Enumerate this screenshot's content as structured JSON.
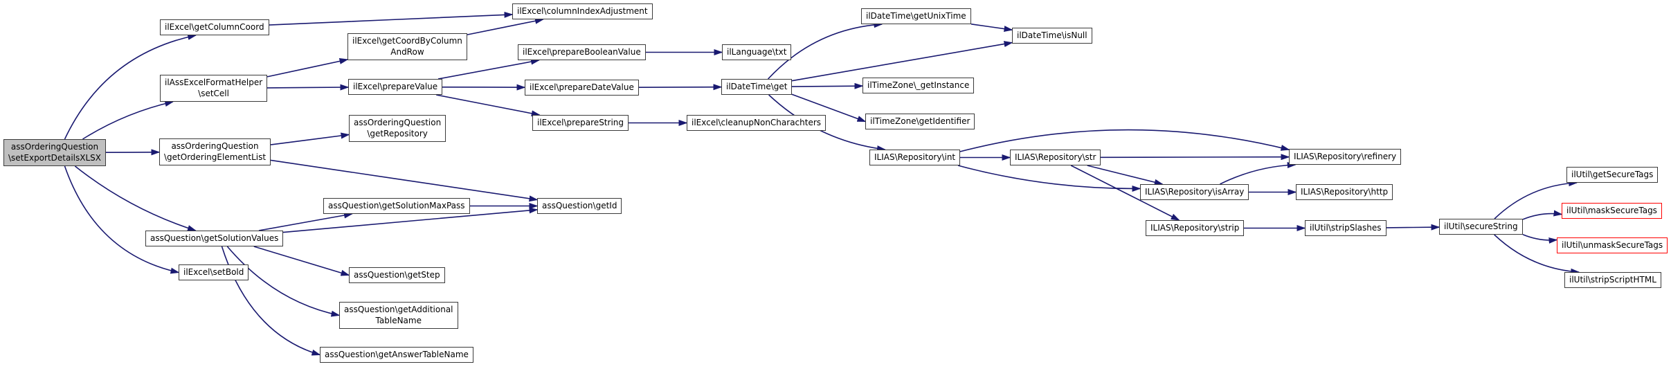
{
  "figure": {
    "kind": "doxygen-call-graph",
    "root_function": "assOrderingQuestion\\setExportDetailsXLSX"
  },
  "colors": {
    "edge": "#191970",
    "node_border": "#3a3a3a",
    "node_fill": "#ffffff",
    "root_fill": "#bfbfbf",
    "highlight_border": "#ff0000",
    "text": "#000000"
  },
  "nodes": [
    {
      "id": "root",
      "label": "assOrderingQuestion\n\\setExportDetailsXLSX",
      "variant": "root"
    },
    {
      "id": "getColumnCoord",
      "label": "ilExcel\\getColumnCoord",
      "variant": "default"
    },
    {
      "id": "setCell",
      "label": "ilAssExcelFormatHelper\n\\setCell",
      "variant": "default"
    },
    {
      "id": "getOrderingElementList",
      "label": "assOrderingQuestion\n\\getOrderingElementList",
      "variant": "default"
    },
    {
      "id": "getSolutionValues",
      "label": "assQuestion\\getSolutionValues",
      "variant": "default"
    },
    {
      "id": "setBold",
      "label": "ilExcel\\setBold",
      "variant": "default"
    },
    {
      "id": "getCoordByColumnAndRow",
      "label": "ilExcel\\getCoordByColumn\nAndRow",
      "variant": "default"
    },
    {
      "id": "prepareValue",
      "label": "ilExcel\\prepareValue",
      "variant": "default"
    },
    {
      "id": "getRepository",
      "label": "assOrderingQuestion\n\\getRepository",
      "variant": "default"
    },
    {
      "id": "getSolutionMaxPass",
      "label": "assQuestion\\getSolutionMaxPass",
      "variant": "default"
    },
    {
      "id": "getStep",
      "label": "assQuestion\\getStep",
      "variant": "default"
    },
    {
      "id": "getAdditionalTableName",
      "label": "assQuestion\\getAdditional\nTableName",
      "variant": "default"
    },
    {
      "id": "getAnswerTableName",
      "label": "assQuestion\\getAnswerTableName",
      "variant": "default"
    },
    {
      "id": "columnIndexAdjustment",
      "label": "ilExcel\\columnIndexAdjustment",
      "variant": "default"
    },
    {
      "id": "prepareBooleanValue",
      "label": "ilExcel\\prepareBooleanValue",
      "variant": "default"
    },
    {
      "id": "prepareDateValue",
      "label": "ilExcel\\prepareDateValue",
      "variant": "default"
    },
    {
      "id": "prepareString",
      "label": "ilExcel\\prepareString",
      "variant": "default"
    },
    {
      "id": "getId",
      "label": "assQuestion\\getId",
      "variant": "default"
    },
    {
      "id": "txt",
      "label": "ilLanguage\\txt",
      "variant": "default"
    },
    {
      "id": "dtGet",
      "label": "ilDateTime\\get",
      "variant": "default"
    },
    {
      "id": "cleanup",
      "label": "ilExcel\\cleanupNonCharachters",
      "variant": "default"
    },
    {
      "id": "getUnixTime",
      "label": "ilDateTime\\getUnixTime",
      "variant": "default"
    },
    {
      "id": "isNull",
      "label": "ilDateTime\\isNull",
      "variant": "default"
    },
    {
      "id": "getInstance",
      "label": "ilTimeZone\\_getInstance",
      "variant": "default"
    },
    {
      "id": "getIdentifier",
      "label": "ilTimeZone\\getIdentifier",
      "variant": "default"
    },
    {
      "id": "repoInt",
      "label": "ILIAS\\Repository\\int",
      "variant": "default"
    },
    {
      "id": "repoStr",
      "label": "ILIAS\\Repository\\str",
      "variant": "default"
    },
    {
      "id": "refinery",
      "label": "ILIAS\\Repository\\refinery",
      "variant": "default"
    },
    {
      "id": "isArray",
      "label": "ILIAS\\Repository\\isArray",
      "variant": "default"
    },
    {
      "id": "http",
      "label": "ILIAS\\Repository\\http",
      "variant": "default"
    },
    {
      "id": "strip",
      "label": "ILIAS\\Repository\\strip",
      "variant": "default"
    },
    {
      "id": "stripSlashes",
      "label": "ilUtil\\stripSlashes",
      "variant": "default"
    },
    {
      "id": "secureString",
      "label": "ilUtil\\secureString",
      "variant": "default"
    },
    {
      "id": "getSecureTags",
      "label": "ilUtil\\getSecureTags",
      "variant": "default"
    },
    {
      "id": "maskSecureTags",
      "label": "ilUtil\\maskSecureTags",
      "variant": "highlight"
    },
    {
      "id": "unmaskSecureTags",
      "label": "ilUtil\\unmaskSecureTags",
      "variant": "highlight"
    },
    {
      "id": "stripScriptHTML",
      "label": "ilUtil\\stripScriptHTML",
      "variant": "default"
    }
  ],
  "edges": [
    {
      "from": "root",
      "to": "getColumnCoord"
    },
    {
      "from": "root",
      "to": "setCell"
    },
    {
      "from": "root",
      "to": "getOrderingElementList"
    },
    {
      "from": "root",
      "to": "getSolutionValues"
    },
    {
      "from": "root",
      "to": "setBold"
    },
    {
      "from": "getColumnCoord",
      "to": "columnIndexAdjustment"
    },
    {
      "from": "setCell",
      "to": "getCoordByColumnAndRow"
    },
    {
      "from": "setCell",
      "to": "prepareValue"
    },
    {
      "from": "getCoordByColumnAndRow",
      "to": "columnIndexAdjustment"
    },
    {
      "from": "prepareValue",
      "to": "prepareBooleanValue"
    },
    {
      "from": "prepareValue",
      "to": "prepareDateValue"
    },
    {
      "from": "prepareValue",
      "to": "prepareString"
    },
    {
      "from": "prepareBooleanValue",
      "to": "txt"
    },
    {
      "from": "prepareDateValue",
      "to": "dtGet"
    },
    {
      "from": "prepareString",
      "to": "cleanup"
    },
    {
      "from": "getOrderingElementList",
      "to": "getRepository"
    },
    {
      "from": "getOrderingElementList",
      "to": "getId"
    },
    {
      "from": "getSolutionValues",
      "to": "getSolutionMaxPass"
    },
    {
      "from": "getSolutionValues",
      "to": "getId"
    },
    {
      "from": "getSolutionValues",
      "to": "getStep"
    },
    {
      "from": "getSolutionValues",
      "to": "getAdditionalTableName"
    },
    {
      "from": "getSolutionValues",
      "to": "getAnswerTableName"
    },
    {
      "from": "getSolutionMaxPass",
      "to": "getId"
    },
    {
      "from": "dtGet",
      "to": "getUnixTime"
    },
    {
      "from": "dtGet",
      "to": "isNull"
    },
    {
      "from": "dtGet",
      "to": "getInstance"
    },
    {
      "from": "dtGet",
      "to": "getIdentifier"
    },
    {
      "from": "dtGet",
      "to": "repoInt"
    },
    {
      "from": "getUnixTime",
      "to": "isNull"
    },
    {
      "from": "repoInt",
      "to": "repoStr"
    },
    {
      "from": "repoInt",
      "to": "refinery"
    },
    {
      "from": "repoInt",
      "to": "isArray"
    },
    {
      "from": "repoStr",
      "to": "refinery"
    },
    {
      "from": "repoStr",
      "to": "isArray"
    },
    {
      "from": "repoStr",
      "to": "strip"
    },
    {
      "from": "isArray",
      "to": "refinery"
    },
    {
      "from": "isArray",
      "to": "http"
    },
    {
      "from": "strip",
      "to": "stripSlashes"
    },
    {
      "from": "stripSlashes",
      "to": "secureString"
    },
    {
      "from": "secureString",
      "to": "getSecureTags"
    },
    {
      "from": "secureString",
      "to": "maskSecureTags"
    },
    {
      "from": "secureString",
      "to": "unmaskSecureTags"
    },
    {
      "from": "secureString",
      "to": "stripScriptHTML"
    }
  ]
}
